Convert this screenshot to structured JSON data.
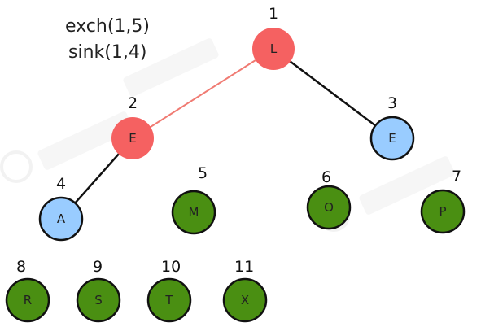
{
  "caption": {
    "line1": "exch(1,5)",
    "line2": "sink(1,4)"
  },
  "colors": {
    "active_node": "#f56161",
    "compared_node": "#99ccff",
    "plain_node": "#4a8f12",
    "active_edge": "#f07b73",
    "plain_edge": "#111111"
  },
  "nodes": [
    {
      "index": "1",
      "label": "L",
      "state": "active"
    },
    {
      "index": "2",
      "label": "E",
      "state": "active"
    },
    {
      "index": "3",
      "label": "E",
      "state": "compared"
    },
    {
      "index": "4",
      "label": "A",
      "state": "compared"
    },
    {
      "index": "5",
      "label": "M",
      "state": "plain"
    },
    {
      "index": "6",
      "label": "O",
      "state": "plain"
    },
    {
      "index": "7",
      "label": "P",
      "state": "plain"
    },
    {
      "index": "8",
      "label": "R",
      "state": "plain"
    },
    {
      "index": "9",
      "label": "S",
      "state": "plain"
    },
    {
      "index": "10",
      "label": "T",
      "state": "plain"
    },
    {
      "index": "11",
      "label": "X",
      "state": "plain"
    }
  ],
  "edges": [
    {
      "from": "1",
      "to": "2",
      "state": "active"
    },
    {
      "from": "1",
      "to": "3",
      "state": "plain"
    },
    {
      "from": "2",
      "to": "4",
      "state": "plain"
    }
  ]
}
